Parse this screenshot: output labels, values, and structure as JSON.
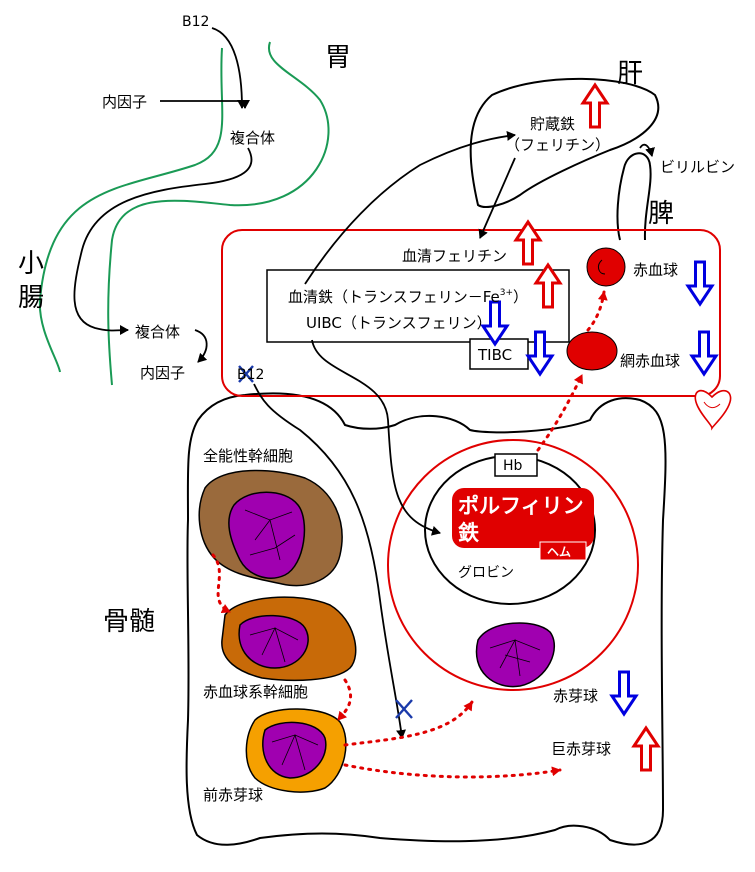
{
  "organs": {
    "stomach": "胃",
    "small_intestine_1": "小",
    "small_intestine_2": "腸",
    "liver": "肝",
    "spleen": "脾",
    "bone_marrow": "骨髄"
  },
  "absorption": {
    "b12": "B12",
    "intrinsic_factor": "内因子",
    "complex": "複合体",
    "complex_2": "複合体",
    "intrinsic_factor_2": "内因子",
    "b12_2": "B12"
  },
  "liver_labels": {
    "storage_iron": "貯蔵鉄",
    "ferritin": "（フェリチン）",
    "bilirubin": "ビリルビン"
  },
  "blood": {
    "serum_ferritin": "血清フェリチン",
    "serum_iron": "血清鉄（トランスフェリン－Fe",
    "fe_sup": "3+",
    "serum_iron_close": "）",
    "uibc": "UIBC（トランスフェリン）",
    "tibc": "TIBC",
    "rbc": "赤血球",
    "reticulocyte": "網赤血球"
  },
  "marrow": {
    "stem_cell": "全能性幹細胞",
    "erythroid_stem": "赤血球系幹細胞",
    "proerythroblast": "前赤芽球",
    "hb": "Hb",
    "porphyrin": "ポルフィリン",
    "iron": "鉄",
    "heme": "ヘム",
    "globin": "グロビン",
    "erythroblast": "赤芽球",
    "megaloblast": "巨赤芽球"
  },
  "indicators": {
    "storage_iron": "up",
    "serum_ferritin": "up",
    "serum_iron": "up",
    "uibc": "down",
    "tibc": "down",
    "rbc": "down",
    "reticulocyte": "down",
    "erythroblast": "down",
    "megaloblast": "up"
  },
  "colors": {
    "up_arrow": "#e00000",
    "down_arrow": "#0000e0",
    "gut": "#1a9a55",
    "blood_box": "#e00000",
    "porphyrin_fill": "#e00000",
    "nucleus": "#a000b0",
    "stem_cell_fill": "#9a6a3c",
    "erythroid_stem_fill": "#c86a08",
    "proerythroblast_fill": "#f5a000",
    "block_mark": "#1a3aaa"
  }
}
